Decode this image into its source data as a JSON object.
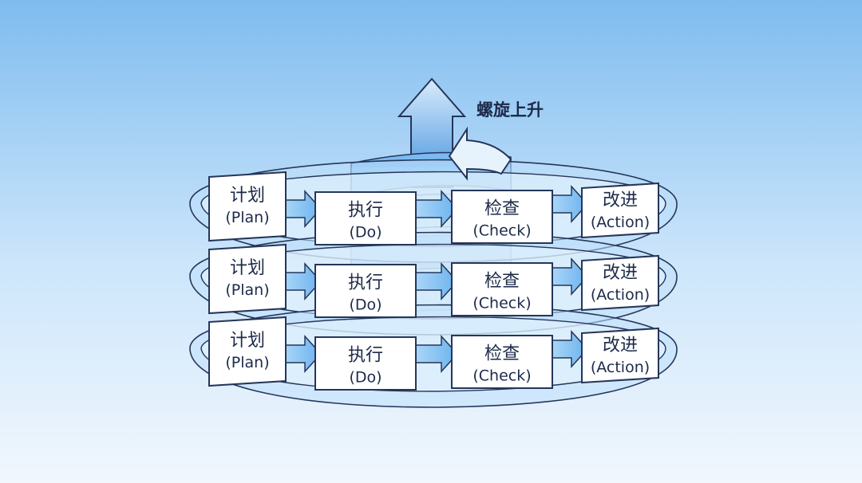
{
  "title": "螺旋上升",
  "stages": [
    {
      "id": "plan",
      "zh": "计划",
      "en": "(Plan)"
    },
    {
      "id": "do",
      "zh": "执行",
      "en": "(Do)"
    },
    {
      "id": "check",
      "zh": "检查",
      "en": "(Check)"
    },
    {
      "id": "action",
      "zh": "改进",
      "en": "(Action)"
    }
  ],
  "levels": 3,
  "colors": {
    "background_top": "#7fbcef",
    "background_bottom": "#f1f7fd",
    "ribbon_fill": "#bfe0fb",
    "ribbon_stroke": "#25365a",
    "arrow_fill": "#8fc8f5",
    "spiral_dark": "#3f8fdc",
    "spiral_light": "#a8d4f7",
    "box_fill": "#ffffff",
    "box_stroke": "#25365a",
    "text": "#1d2a4a"
  }
}
